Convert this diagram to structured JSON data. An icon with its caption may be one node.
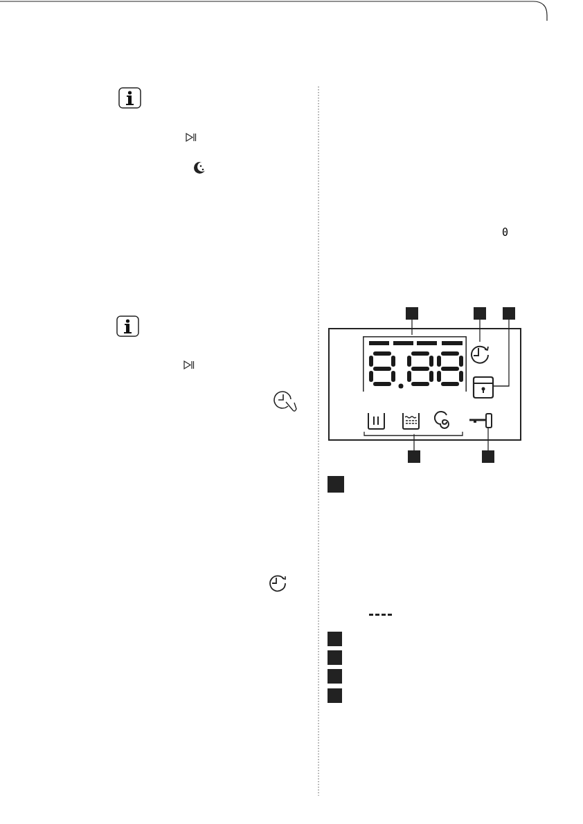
{
  "diagram": {
    "nodes": [
      {
        "text": [],
        "shape": "box"
      },
      {
        "text": [],
        "shape": "box"
      },
      {
        "text": [],
        "shape": "box"
      },
      {
        "text": [],
        "shape": "box"
      },
      {
        "text": [],
        "shape": "display",
        "in": 3
      },
      {
        "text": [],
        "shape": "clock",
        "in": 3
      },
      {
        "text": [],
        "shape": "padlock",
        "in": 3
      },
      {
        "text": [],
        "shape": "symbols",
        "in": 3
      },
      {
        "text": [],
        "shape": "key",
        "in": 3
      },
      {
        "text": [],
        "shape": "box"
      },
      {
        "text": [],
        "shape": "box"
      },
      {
        "text": [],
        "shape": "box"
      },
      {
        "text": [],
        "shape": "box"
      },
      {
        "text": [],
        "shape": "box"
      },
      {
        "text": [],
        "shape": "box"
      },
      {
        "text": [],
        "shape": "box"
      }
    ],
    "edges": [
      {
        "from": 0,
        "to": 4,
        "arrow": "none"
      },
      {
        "from": 1,
        "to": 5,
        "arrow": "none"
      },
      {
        "from": 2,
        "to": 6,
        "arrow": "none"
      },
      {
        "from": 9,
        "to": 7,
        "arrow": "none"
      },
      {
        "from": 10,
        "to": 8,
        "arrow": "none"
      }
    ],
    "labels": [
      "0"
    ]
  }
}
